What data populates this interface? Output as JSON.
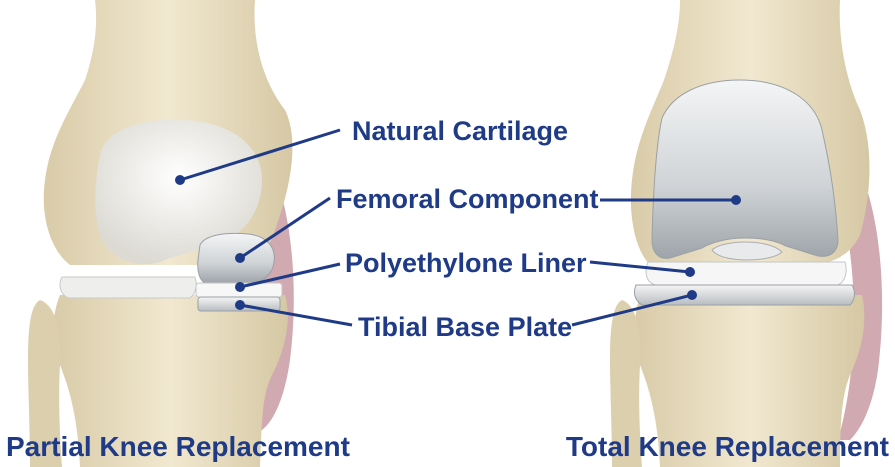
{
  "labels": {
    "natural_cartilage": "Natural Cartilage",
    "femoral_component": "Femoral Component",
    "polyethylene_liner": "Polyethylone Liner",
    "tibial_base_plate": "Tibial Base Plate"
  },
  "captions": {
    "partial": "Partial Knee Replacement",
    "total": "Total Knee Replacement"
  },
  "colors": {
    "label_text": "#1f3b87",
    "bone": "#ece1c4",
    "cartilage": "#f4f2ee",
    "metal": "#d7dadd",
    "liner": "#f2f2f2",
    "soft_tissue": "#c99aa2"
  }
}
